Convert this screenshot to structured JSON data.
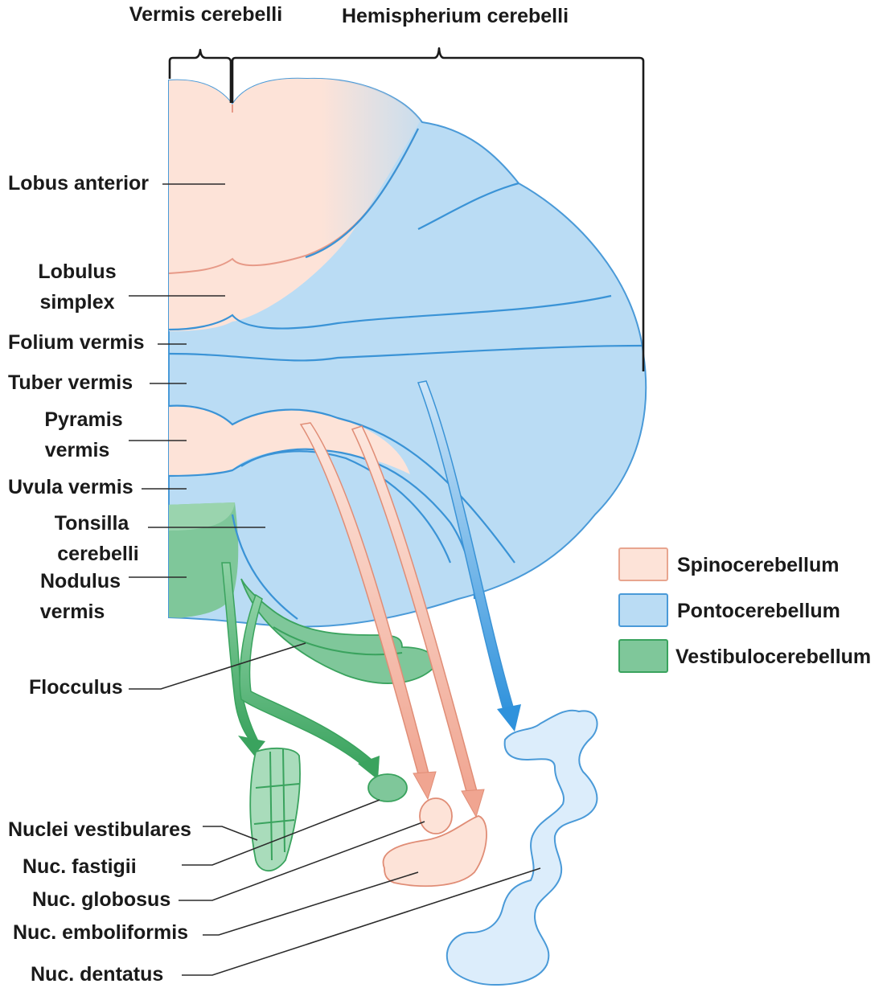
{
  "header": {
    "vermis": "Vermis cerebelli",
    "hemisphere": "Hemispherium cerebelli"
  },
  "labels": {
    "lobus_anterior": "Lobus anterior",
    "lobulus_simplex_1": "Lobulus",
    "lobulus_simplex_2": "simplex",
    "folium_vermis": "Folium vermis",
    "tuber_vermis": "Tuber vermis",
    "pyramis_1": "Pyramis",
    "pyramis_2": "vermis",
    "uvula_vermis": "Uvula vermis",
    "tonsilla_1": "Tonsilla",
    "tonsilla_2": "cerebelli",
    "nodulus_1": "Nodulus",
    "nodulus_2": "vermis",
    "flocculus": "Flocculus",
    "nuclei_vestibulares": "Nuclei vestibulares",
    "nuc_fastigii": "Nuc. fastigii",
    "nuc_globosus": "Nuc. globosus",
    "nuc_emboliformis": "Nuc. emboliformis",
    "nuc_dentatus": "Nuc. dentatus"
  },
  "legend": [
    {
      "label": "Spinocerebellum",
      "color": "#fde3d8",
      "border": "#e8a58f"
    },
    {
      "label": "Pontocerebellum",
      "color": "#badcf4",
      "border": "#4a9ad8"
    },
    {
      "label": "Vestibulocerebellum",
      "color": "#7fc79a",
      "border": "#3aa35e"
    }
  ],
  "colors": {
    "spino": "#fde3d8",
    "ponto": "#badcf4",
    "vestibulo": "#7fc79a",
    "dentate_fill": "#dcedfb",
    "arrow_pink": "#f4b9a6",
    "arrow_blue": "#3f9de0",
    "arrow_green": "#49b06a"
  }
}
